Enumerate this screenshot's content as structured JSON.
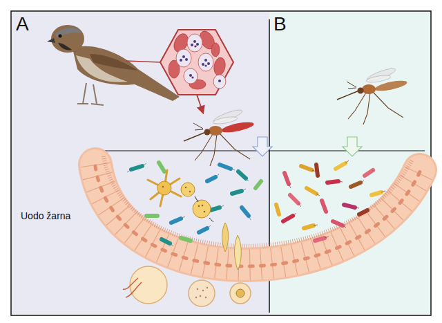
{
  "diagram": {
    "nodes": [
      {
        "text": [
          "A"
        ]
      },
      {
        "text": [
          "B"
        ]
      }
    ],
    "labels": [
      "Uodo žarna"
    ]
  }
}
